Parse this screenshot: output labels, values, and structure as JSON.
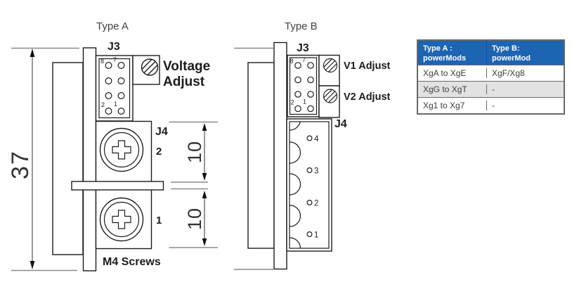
{
  "colors": {
    "line": "#1c1c1c",
    "dim_gray": "#8a8a8a",
    "title_text": "#414141",
    "table_header_bg": "#1d64b2",
    "table_header_text": "#ffffff",
    "table_header_divider": "#16509b",
    "table_row_alt_bg": "#e2e2e2",
    "table_border": "#686868",
    "table_text": "#3a3a3a"
  },
  "type_a": {
    "title": "Type A",
    "j3": {
      "label": "J3",
      "pins": {
        "top_left": "8",
        "top_right": "7",
        "bottom_left": "2",
        "bottom_right": "1"
      }
    },
    "voltage_adjust": {
      "line1": "Voltage",
      "line2": "Adjust"
    },
    "j4": {
      "label": "J4",
      "terminal_2": "2",
      "terminal_1": "1"
    },
    "m4_screws_label": "M4 Screws",
    "dimensions": {
      "overall_height": "37",
      "pitch_top": "10",
      "pitch_bottom": "10"
    }
  },
  "type_b": {
    "title": "Type B",
    "j3": {
      "label": "J3",
      "pins": {
        "top_left": "8",
        "top_right": "7",
        "bottom_left": "2",
        "bottom_right": "1"
      }
    },
    "v1_adjust_label": "V1 Adjust",
    "v2_adjust_label": "V2 Adjust",
    "j4": {
      "label": "J4",
      "terminals": [
        "4",
        "3",
        "2",
        "1"
      ]
    }
  },
  "table": {
    "headers": [
      {
        "line1": "Type A :",
        "line2": "powerMods"
      },
      {
        "line1": "Type B:",
        "line2": "powerMod"
      }
    ],
    "rows": [
      [
        "XgA to XgE",
        "XgF/Xg8"
      ],
      [
        "XgG to XgT",
        "-"
      ],
      [
        "Xg1 to Xg7",
        "-"
      ]
    ]
  }
}
